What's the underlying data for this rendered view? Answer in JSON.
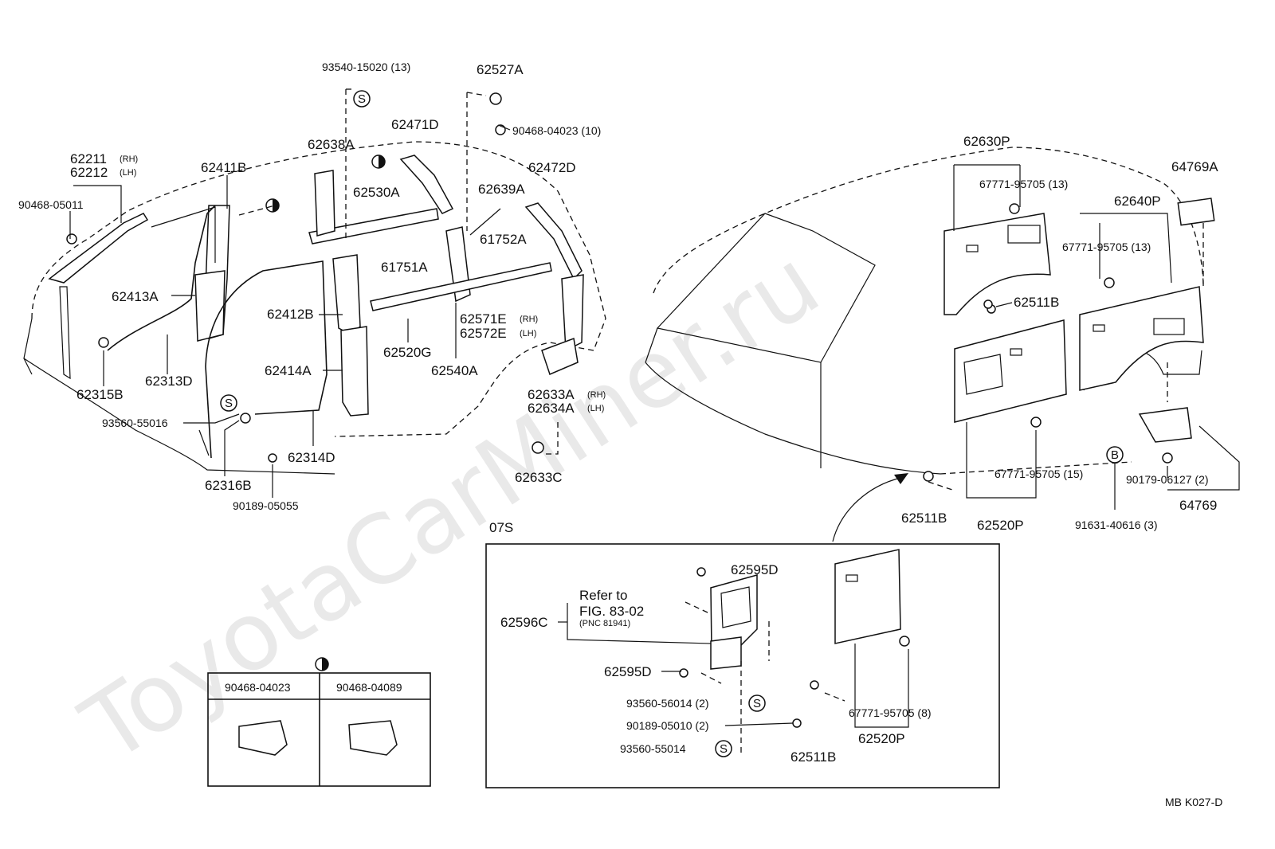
{
  "watermark": "ToyotaCarMiner.ru",
  "diagram_code": "MB   K027-D",
  "inset_title": "07S",
  "legend": {
    "headers": [
      "90468-04023",
      "90468-04089"
    ]
  },
  "symbols": {
    "s": "S",
    "b": "B"
  },
  "labels": {
    "l_93540": "93540-15020 (13)",
    "l_62527A": "62527A",
    "l_90468_04023": "90468-04023 (10)",
    "l_62471D": "62471D",
    "l_62638A": "62638A",
    "l_62211": "62211",
    "l_62211_rh": "(RH)",
    "l_62212": "62212",
    "l_62212_lh": "(LH)",
    "l_62411B": "62411B",
    "l_62530A": "62530A",
    "l_62639A": "62639A",
    "l_62472D": "62472D",
    "l_90468_05011": "90468-05011",
    "l_61752A": "61752A",
    "l_61751A": "61751A",
    "l_62413A": "62413A",
    "l_62412B": "62412B",
    "l_62571E": "62571E",
    "l_62571E_rh": "(RH)",
    "l_62572E": "62572E",
    "l_62572E_lh": "(LH)",
    "l_62520G": "62520G",
    "l_62414A": "62414A",
    "l_62540A": "62540A",
    "l_62313D": "62313D",
    "l_62315B": "62315B",
    "l_62633A": "62633A",
    "l_62633A_rh": "(RH)",
    "l_62634A": "62634A",
    "l_62634A_lh": "(LH)",
    "l_93560_55016": "93560-55016",
    "l_62314D": "62314D",
    "l_62316B": "62316B",
    "l_62633C": "62633C",
    "l_90189_05055": "90189-05055",
    "l_62630P": "62630P",
    "l_67771_a": "67771-95705 (13)",
    "l_64769A": "64769A",
    "l_62640P": "62640P",
    "l_67771_b": "67771-95705 (13)",
    "l_62511B_a": "62511B",
    "l_67771_c": "67771-95705 (15)",
    "l_90179": "90179-06127 (2)",
    "l_64769": "64769",
    "l_62511B_b": "62511B",
    "l_62520P_a": "62520P",
    "l_91631": "91631-40616 (3)",
    "l_62595D_a": "62595D",
    "l_refer": "Refer to",
    "l_fig": "FIG. 83-02",
    "l_pnc": "(PNC 81941)",
    "l_62596C": "62596C",
    "l_62595D_b": "62595D",
    "l_93560_56014": "93560-56014 (2)",
    "l_90189_05010": "90189-05010 (2)",
    "l_93560_55014": "93560-55014",
    "l_62511B_c": "62511B",
    "l_67771_d": "67771-95705 (8)",
    "l_62520P_b": "62520P"
  }
}
